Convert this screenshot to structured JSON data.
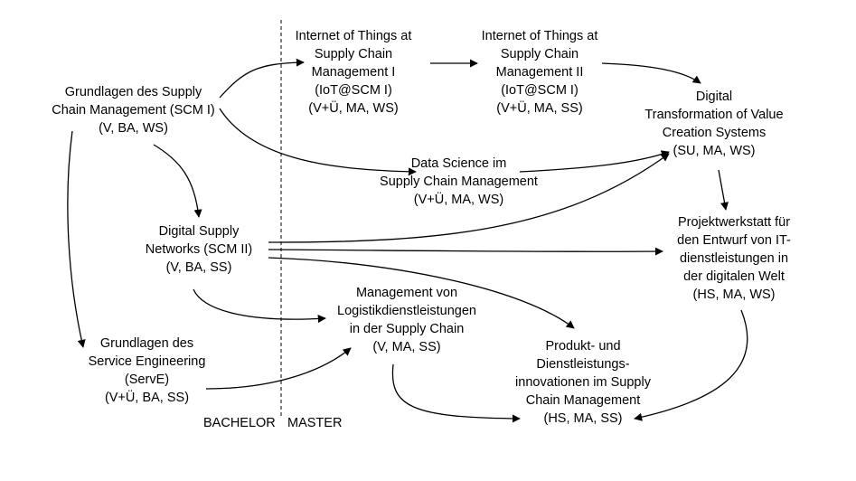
{
  "nodes": {
    "scm1": [
      "Grundlagen des Supply",
      "Chain Management (SCM I)",
      "(V, BA, WS)"
    ],
    "scm2": [
      "Digital Supply",
      "Networks (SCM II)",
      "(V, BA, SS)"
    ],
    "serve": [
      "Grundlagen des",
      "Service Engineering",
      "(ServE)",
      "(V+Ü, BA, SS)"
    ],
    "iot1": [
      "Internet of Things at",
      "Supply Chain",
      "Management I",
      "(IoT@SCM I)",
      "(V+Ü, MA, WS)"
    ],
    "iot2": [
      "Internet of Things at",
      "Supply Chain",
      "Management II",
      "(IoT@SCM I)",
      "(V+Ü, MA, SS)"
    ],
    "dtvcs": [
      "Digital",
      "Transformation of Value",
      "Creation Systems",
      "(SU, MA, WS)"
    ],
    "ds": [
      "Data Science im",
      "Supply Chain Management",
      "(V+Ü, MA, WS)"
    ],
    "pw": [
      "Projektwerkstatt für",
      "den Entwurf von IT-",
      "dienstleistungen in",
      "der digitalen Welt",
      "(HS, MA, WS)"
    ],
    "mld": [
      "Management von",
      "Logistikdienstleistungen",
      "in der Supply Chain",
      "(V, MA, SS)"
    ],
    "pdi": [
      "Produkt- und",
      "Dienstleistungs-",
      "innovationen im Supply",
      "Chain Management",
      "(HS, MA, SS)"
    ]
  },
  "labels": {
    "bachelor": "BACHELOR",
    "master": "MASTER"
  }
}
